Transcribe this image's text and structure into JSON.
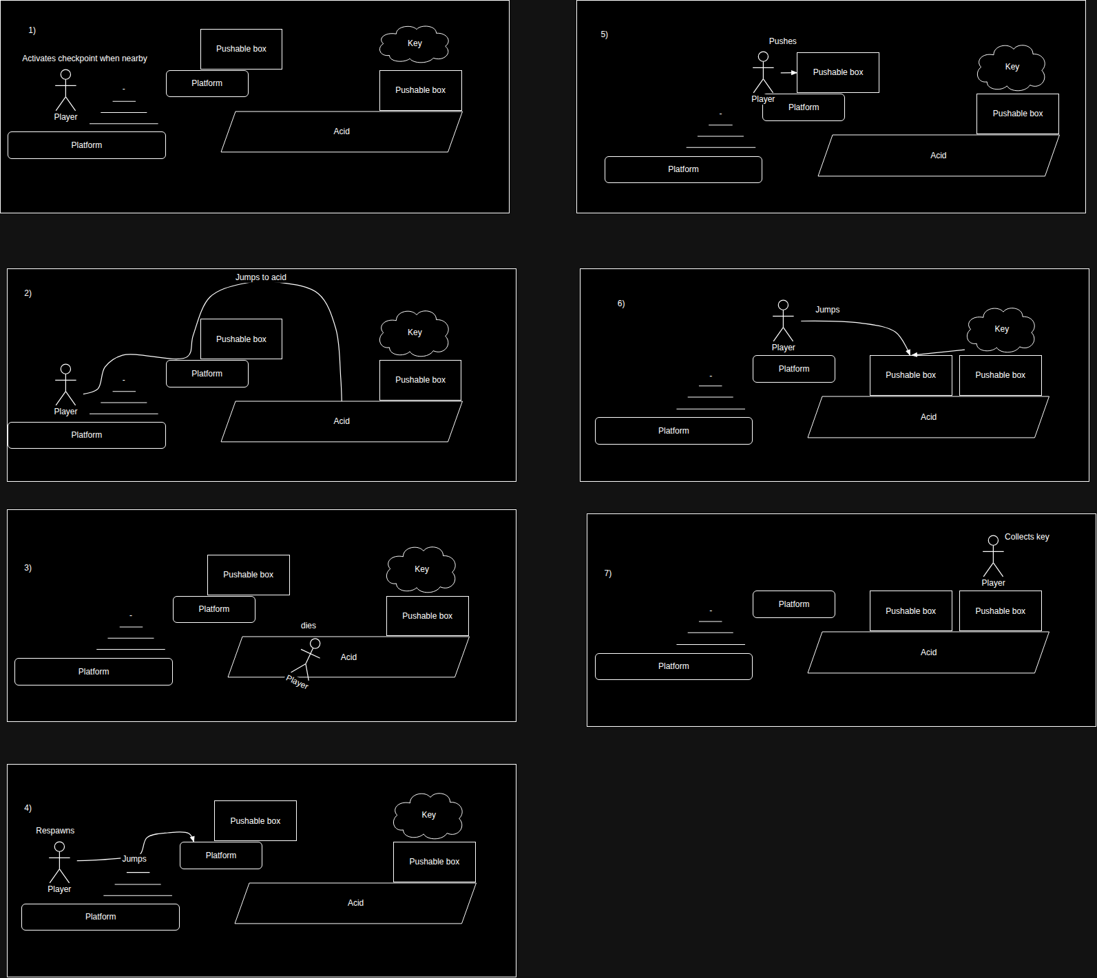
{
  "diagram": {
    "nodes": [
      {
        "text": [
          "1)"
        ]
      },
      {
        "text": [
          "Pushable box"
        ],
        "in": 0
      },
      {
        "text": [
          "Key"
        ],
        "in": 0
      },
      {
        "text": [
          "Platform"
        ],
        "in": 0
      },
      {
        "text": [
          "Player"
        ],
        "in": 0
      },
      {
        "text": [
          "Pushable box"
        ],
        "in": 0
      },
      {
        "text": [
          "Acid"
        ],
        "in": 0
      },
      {
        "text": [
          "Platform"
        ],
        "in": 0
      },
      {
        "text": [
          "2)"
        ]
      },
      {
        "text": [
          "Pushable box"
        ],
        "in": 8
      },
      {
        "text": [
          "Key"
        ],
        "in": 8
      },
      {
        "text": [
          "Platform"
        ],
        "in": 8
      },
      {
        "text": [
          "Player"
        ],
        "in": 8
      },
      {
        "text": [
          "Pushable box"
        ],
        "in": 8
      },
      {
        "text": [
          "Acid"
        ],
        "in": 8
      },
      {
        "text": [
          "Platform"
        ],
        "in": 8
      },
      {
        "text": [
          "3)"
        ]
      },
      {
        "text": [
          "Pushable box"
        ],
        "in": 16
      },
      {
        "text": [
          "Key"
        ],
        "in": 16
      },
      {
        "text": [
          "Platform"
        ],
        "in": 16
      },
      {
        "text": [
          "Pushable box"
        ],
        "in": 16
      },
      {
        "text": [
          "Acid"
        ],
        "in": 16
      },
      {
        "text": [
          "Player"
        ],
        "in": 16
      },
      {
        "text": [
          "Platform"
        ],
        "in": 16
      },
      {
        "text": [
          "4)"
        ]
      },
      {
        "text": [
          "Player"
        ],
        "in": 24
      },
      {
        "text": [
          "Pushable box"
        ],
        "in": 24
      },
      {
        "text": [
          "Key"
        ],
        "in": 24
      },
      {
        "text": [
          "Platform"
        ],
        "in": 24
      },
      {
        "text": [
          "Pushable box"
        ],
        "in": 24
      },
      {
        "text": [
          "Acid"
        ],
        "in": 24
      },
      {
        "text": [
          "Platform"
        ],
        "in": 24
      },
      {
        "text": [
          "5)"
        ]
      },
      {
        "text": [
          "Player"
        ],
        "in": 32
      },
      {
        "text": [
          "Pushable box"
        ],
        "in": 32
      },
      {
        "text": [
          "Key"
        ],
        "in": 32
      },
      {
        "text": [
          "Platform"
        ],
        "in": 32
      },
      {
        "text": [
          "Pushable box"
        ],
        "in": 32
      },
      {
        "text": [
          "Acid"
        ],
        "in": 32
      },
      {
        "text": [
          "Platform"
        ],
        "in": 32
      },
      {
        "text": [
          "6)"
        ]
      },
      {
        "text": [
          "Player"
        ],
        "in": 40
      },
      {
        "text": [
          "Key"
        ],
        "in": 40
      },
      {
        "text": [
          "Platform"
        ],
        "in": 40
      },
      {
        "text": [
          "Pushable box"
        ],
        "in": 40
      },
      {
        "text": [
          "Pushable box"
        ],
        "in": 40
      },
      {
        "text": [
          "Acid"
        ],
        "in": 40
      },
      {
        "text": [
          "Platform"
        ],
        "in": 40
      },
      {
        "text": [
          "7)"
        ]
      },
      {
        "text": [
          "Player"
        ],
        "in": 48
      },
      {
        "text": [
          "Platform"
        ],
        "in": 48
      },
      {
        "text": [
          "Pushable box"
        ],
        "in": 48
      },
      {
        "text": [
          "Pushable box"
        ],
        "in": 48
      },
      {
        "text": [
          "Acid"
        ],
        "in": 48
      },
      {
        "text": [
          "Platform"
        ],
        "in": 48
      }
    ],
    "edges": [
      {
        "from": 12,
        "to": 14,
        "label": "Jumps to acid",
        "arrow": "none"
      },
      {
        "from": 25,
        "to": 28,
        "label": "Jumps",
        "arrow": "to"
      },
      {
        "from": 33,
        "to": 34,
        "label": "Pushes",
        "arrow": "to"
      },
      {
        "from": 41,
        "to": 44,
        "label": "Jumps",
        "arrow": "to"
      },
      {
        "from": 42,
        "to": 44,
        "arrow": "to"
      }
    ],
    "labels": [
      "Activates checkpoint when nearby",
      "-",
      "-",
      "dies",
      "-",
      "Respawns",
      "-",
      "-",
      "Collects key",
      "-"
    ]
  }
}
